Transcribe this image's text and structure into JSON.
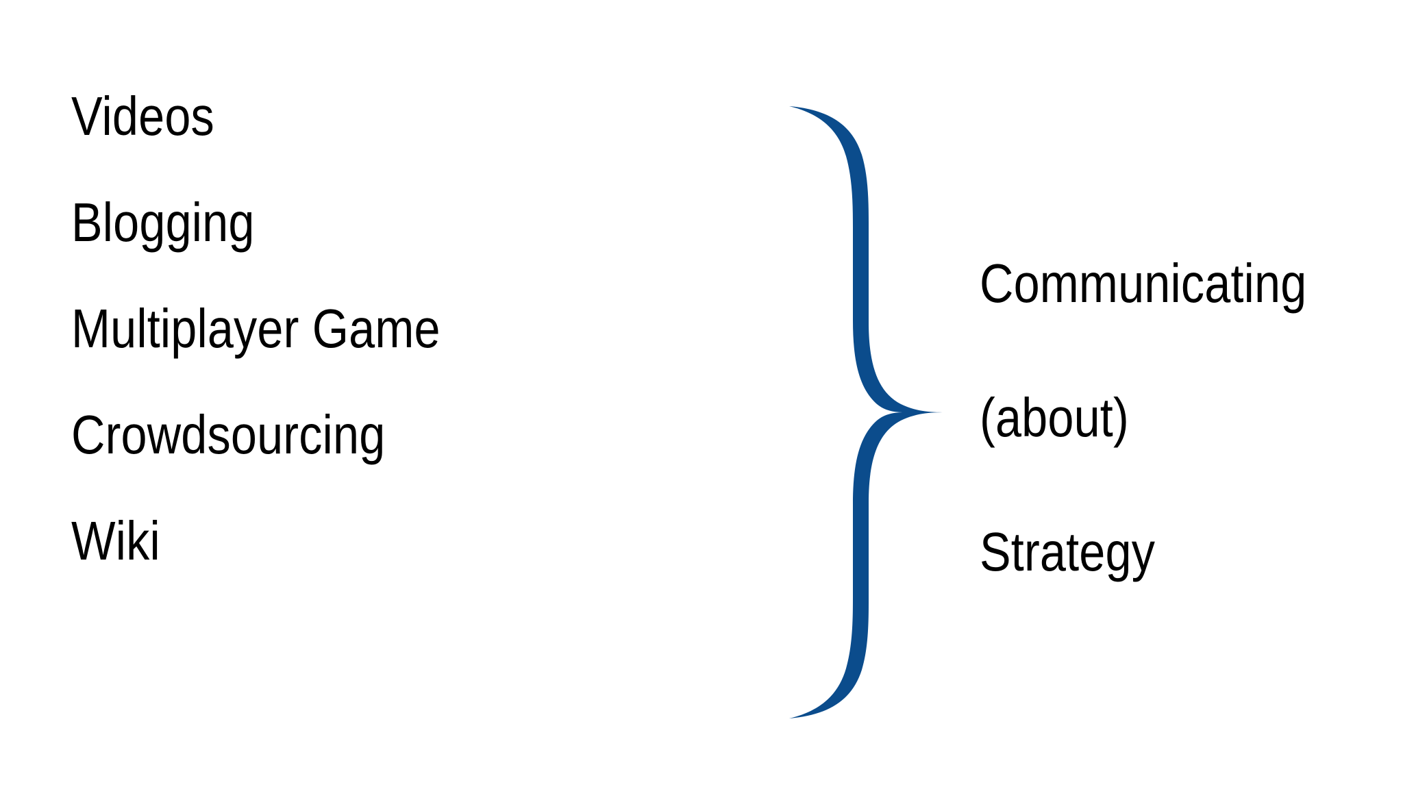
{
  "slide": {
    "background_color": "#ffffff",
    "text_color": "#000000",
    "accent_color": "#0b4c8c"
  },
  "left_column": {
    "items": [
      {
        "label": "Videos"
      },
      {
        "label": "Blogging"
      },
      {
        "label": "Multiplayer Game"
      },
      {
        "label": "Crowdsourcing"
      },
      {
        "label": "Wiki"
      }
    ]
  },
  "brace": {
    "icon": "curly-brace-right-icon",
    "color": "#0b4c8c",
    "orientation": "right",
    "groups_count": 5
  },
  "right_column": {
    "lines": [
      {
        "label": "Communicating"
      },
      {
        "label": "(about)"
      },
      {
        "label": "Strategy"
      }
    ]
  }
}
